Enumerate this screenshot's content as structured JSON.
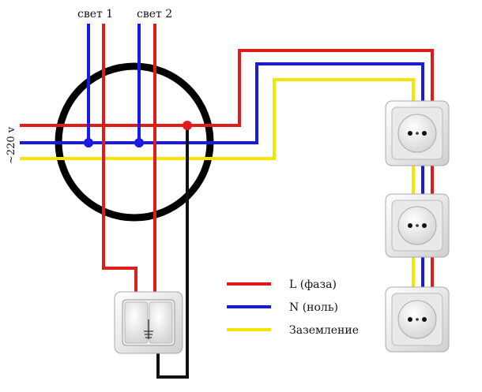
{
  "labels": {
    "light1": "свет 1",
    "light2": "свет 2",
    "voltage": "~220 v"
  },
  "legend": [
    {
      "text": "L (фаза)",
      "color": "#e11a1a"
    },
    {
      "text": "N (ноль)",
      "color": "#1a1ae6"
    },
    {
      "text": "Заземление",
      "color": "#f5e400"
    }
  ],
  "colors": {
    "phase": "#e11a1a",
    "neutral": "#1a1ae6",
    "ground": "#f5e400",
    "switch_wire": "#111111",
    "junction_box": "#000000"
  },
  "components": {
    "junction_box": "junction-box",
    "switch": "double-light-switch",
    "sockets": [
      "socket-1",
      "socket-2",
      "socket-3"
    ]
  }
}
